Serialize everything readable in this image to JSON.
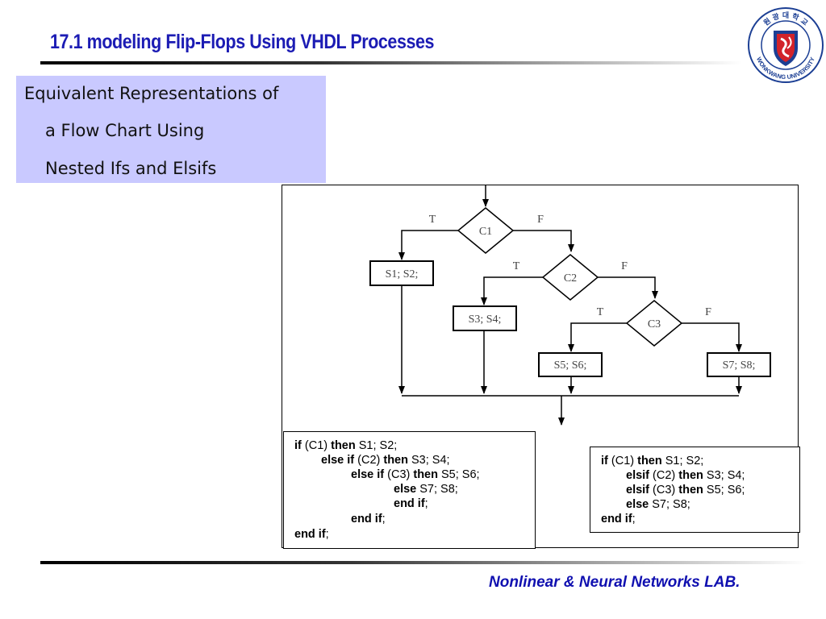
{
  "slide": {
    "title": "17.1 modeling Flip-Flops Using VHDL Processes",
    "subtitle_lines": [
      "Equivalent Representations of",
      "a Flow Chart Using",
      "Nested Ifs and Elsifs"
    ],
    "footer": "Nonlinear & Neural Networks LAB."
  },
  "logo": {
    "top_text": "원 광 대 학 교",
    "ring_text": "WONKWANG UNIVERSITY",
    "colors": {
      "blue": "#1c3f94",
      "red": "#d2232a"
    }
  },
  "flowchart": {
    "decisions": [
      "C1",
      "C2",
      "C3"
    ],
    "true_label": "T",
    "false_label": "F",
    "statements": [
      "S1; S2;",
      "S3; S4;",
      "S5; S6;",
      "S7; S8;"
    ]
  },
  "code_nested": [
    [
      [
        "kw",
        "if"
      ],
      [
        "t",
        " (C1) "
      ],
      [
        "kw",
        "then"
      ],
      [
        "t",
        " S1; S2;"
      ]
    ],
    [
      [
        "kw",
        "else if"
      ],
      [
        "t",
        " (C2) "
      ],
      [
        "kw",
        "then"
      ],
      [
        "t",
        " S3; S4;"
      ]
    ],
    [
      [
        "kw",
        "else if"
      ],
      [
        "t",
        " (C3) "
      ],
      [
        "kw",
        "then"
      ],
      [
        "t",
        " S5; S6;"
      ]
    ],
    [
      [
        "kw",
        "else"
      ],
      [
        "t",
        " S7; S8;"
      ]
    ],
    [
      [
        "kw",
        "end if"
      ],
      [
        "t",
        ";"
      ]
    ],
    [
      [
        "kw",
        "end if"
      ],
      [
        "t",
        ";"
      ]
    ],
    [
      [
        "kw",
        "end if"
      ],
      [
        "t",
        ";"
      ]
    ]
  ],
  "code_elsif": [
    [
      [
        "kw",
        "if"
      ],
      [
        "t",
        " (C1) "
      ],
      [
        "kw",
        "then"
      ],
      [
        "t",
        " S1; S2;"
      ]
    ],
    [
      [
        "kw",
        "elsif"
      ],
      [
        "t",
        " (C2) "
      ],
      [
        "kw",
        "then"
      ],
      [
        "t",
        " S3; S4;"
      ]
    ],
    [
      [
        "kw",
        "elsif"
      ],
      [
        "t",
        " (C3) "
      ],
      [
        "kw",
        "then"
      ],
      [
        "t",
        " S5; S6;"
      ]
    ],
    [
      [
        "kw",
        "else"
      ],
      [
        "t",
        " S7; S8;"
      ]
    ],
    [
      [
        "kw",
        "end if"
      ],
      [
        "t",
        ";"
      ]
    ]
  ]
}
